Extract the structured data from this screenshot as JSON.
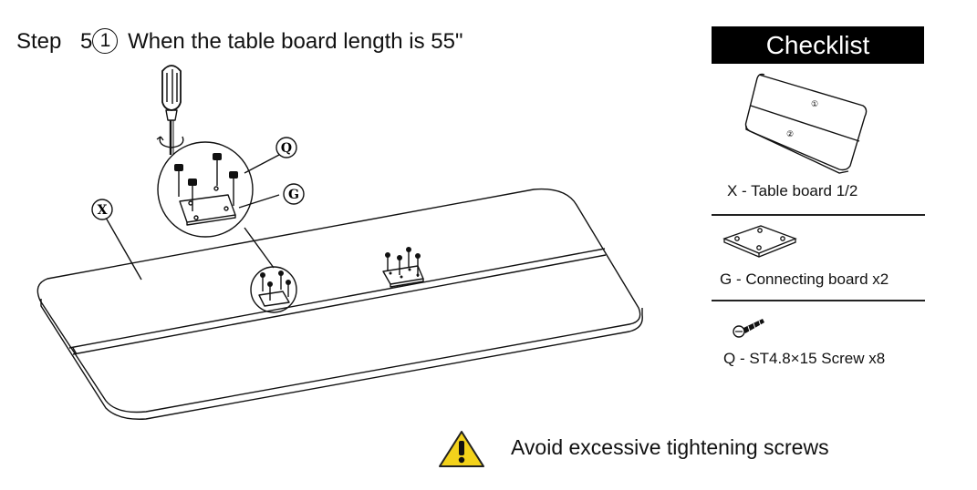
{
  "step": {
    "label": "Step",
    "number": "5",
    "substep": "1",
    "text": "When the table board length is  55\""
  },
  "callouts": {
    "q": "Q",
    "g": "G",
    "x": "X"
  },
  "checklist": {
    "title": "Checklist",
    "board_marks": [
      "①",
      "②"
    ],
    "items": [
      {
        "label": "X - Table board 1/2"
      },
      {
        "label": "G - Connecting board x2"
      },
      {
        "label": "Q - ST4.8×15 Screw x8"
      }
    ]
  },
  "warning": {
    "text": "Avoid excessive tightening screws",
    "icon": "warning-triangle-icon",
    "color": "#f3d21b"
  }
}
